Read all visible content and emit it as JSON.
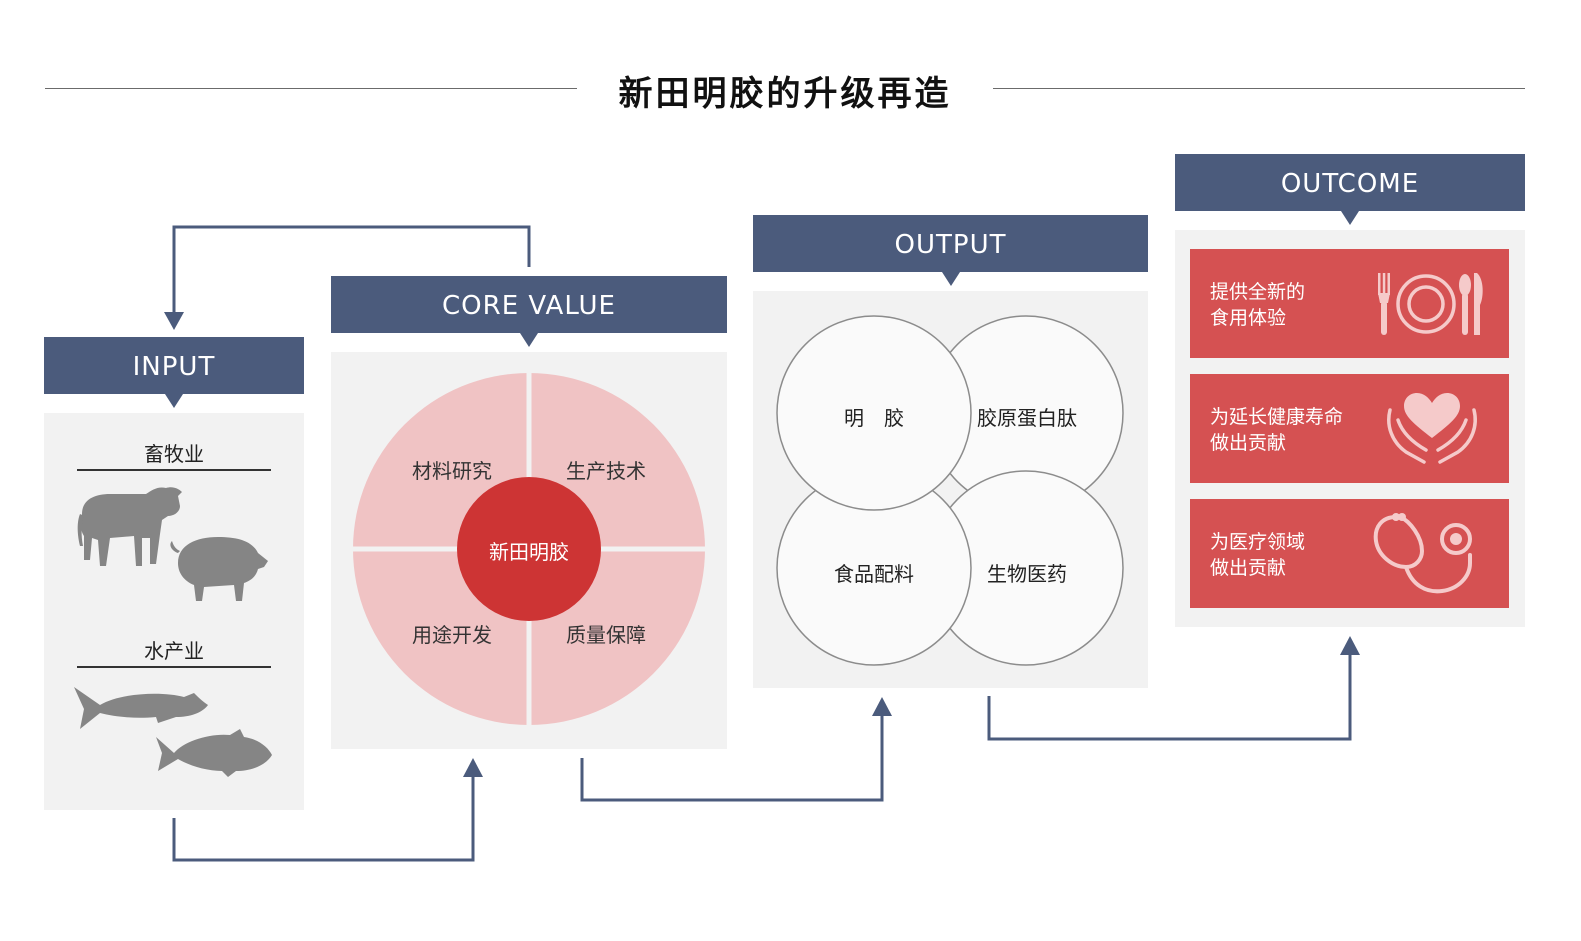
{
  "title": "新田明胶的升级再造",
  "input": {
    "header": "INPUT",
    "categories": [
      "畜牧业",
      "水产业"
    ]
  },
  "core_value": {
    "header": "CORE VALUE",
    "center": "新田明胶",
    "quadrants": [
      "材料研究",
      "生产技术",
      "用途开发",
      "质量保障"
    ]
  },
  "output": {
    "header": "OUTPUT",
    "circles": [
      "明　胶",
      "胶原蛋白肽",
      "食品配料",
      "生物医药"
    ]
  },
  "outcome": {
    "header": "OUTCOME",
    "items": [
      {
        "line1": "提供全新的",
        "line2": "食用体验",
        "icon": "tableware-icon"
      },
      {
        "line1": "为延长健康寿命",
        "line2": "做出贡献",
        "icon": "heart-hands-icon"
      },
      {
        "line1": "为医疗领域",
        "line2": "做出贡献",
        "icon": "stethoscope-icon"
      }
    ]
  },
  "colors": {
    "header": "#4b5b7c",
    "panel": "#f2f2f2",
    "quadrant": "#f0c3c4",
    "center": "#cd3434",
    "outcome_card": "#d55152",
    "animal": "#858585"
  }
}
